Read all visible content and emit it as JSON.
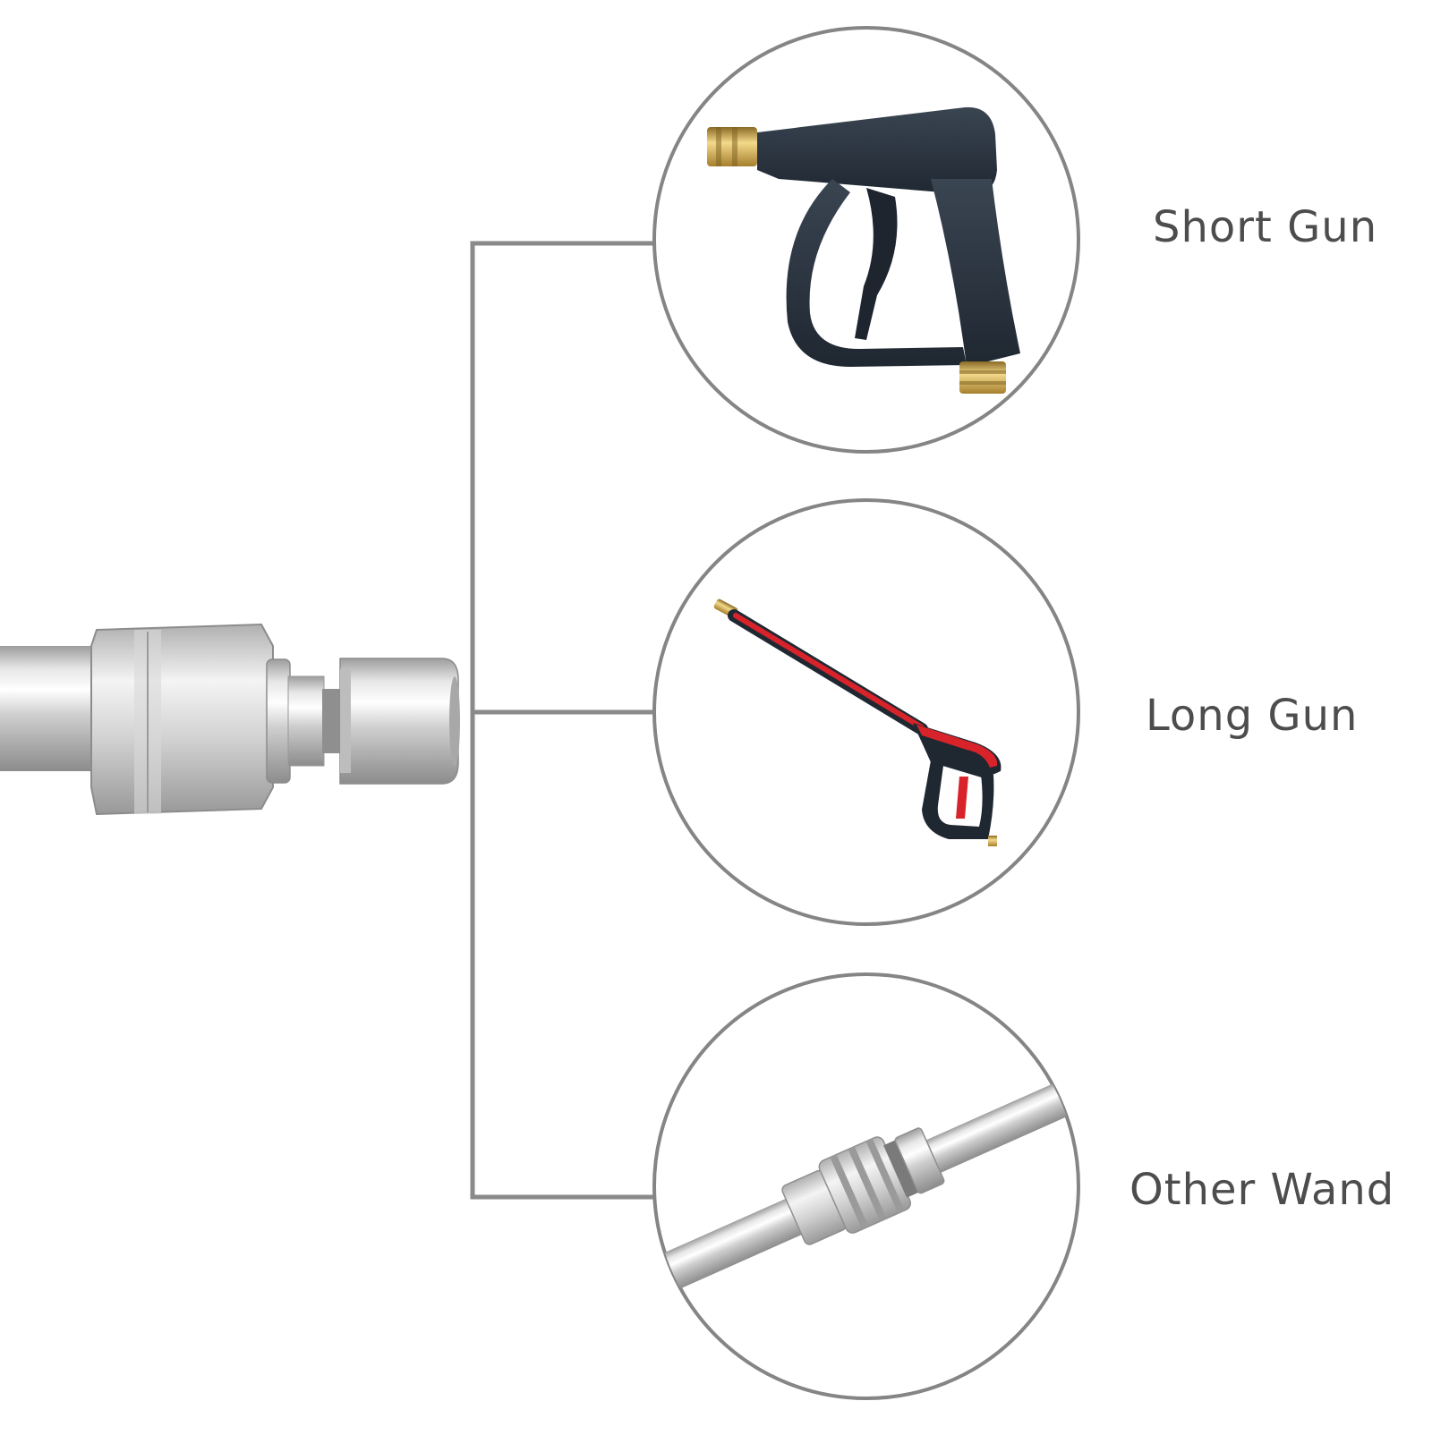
{
  "labels": {
    "short_gun": "Short Gun",
    "long_gun": "Long Gun",
    "other_wand": "Other Wand"
  },
  "colors": {
    "connector_line": "#8a8a8a",
    "circle_stroke": "#858585",
    "label_text": "#4d4d4d",
    "gun_body": "#2b3440",
    "long_gun_accent": "#d8232a",
    "brass": "#c9a646",
    "steel": "#c8c8c8"
  },
  "icons": {
    "main_product": "quick-connect-plug-on-wand",
    "option_1": "short-pressure-washer-gun",
    "option_2": "long-pressure-washer-gun",
    "option_3": "wand-with-quick-coupler"
  }
}
